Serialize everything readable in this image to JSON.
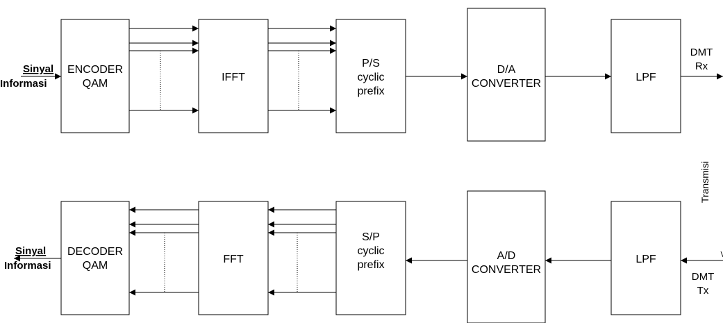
{
  "transmitter": {
    "input": {
      "line1": "Sinyal",
      "line2": "Informasi"
    },
    "blocks": {
      "encoder": {
        "line1": "ENCODER",
        "line2": "QAM"
      },
      "ifft": {
        "label": "IFFT"
      },
      "ps": {
        "line1": "P/S",
        "line2": "cyclic",
        "line3": "prefix"
      },
      "da": {
        "line1": "D/A",
        "line2": "CONVERTER"
      },
      "lpf": {
        "label": "LPF"
      }
    },
    "output": {
      "line1": "DMT",
      "line2": "Rx"
    }
  },
  "channel": {
    "label": "Transmisi"
  },
  "receiver": {
    "input": {
      "line1": "DMT",
      "line2": "Tx"
    },
    "blocks": {
      "lpf": {
        "label": "LPF"
      },
      "ad": {
        "line1": "A/D",
        "line2": "CONVERTER"
      },
      "sp": {
        "line1": "S/P",
        "line2": "cyclic",
        "line3": "prefix"
      },
      "fft": {
        "label": "FFT"
      },
      "decoder": {
        "line1": "DECODER",
        "line2": "QAM"
      }
    },
    "output": {
      "line1": "Sinyal",
      "line2": "Informasi"
    }
  }
}
